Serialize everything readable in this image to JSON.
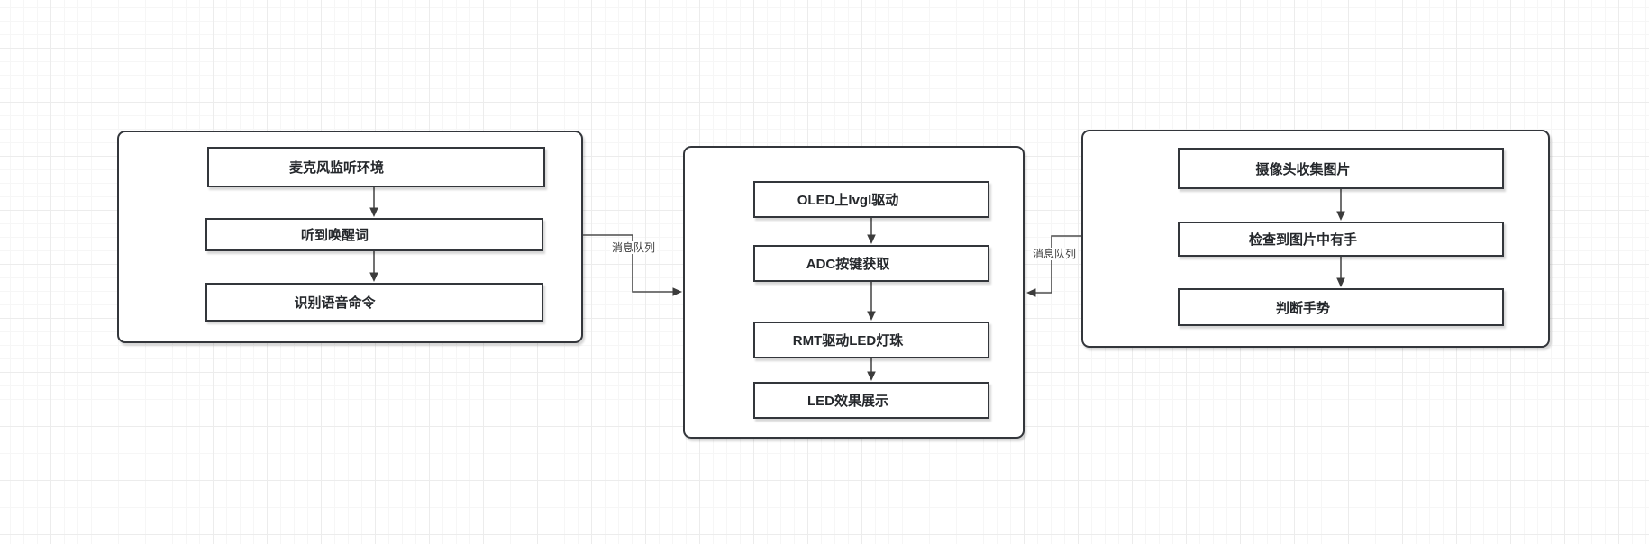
{
  "palette": {
    "canvas_bg": "#ffffff",
    "grid_minor": "#f6f6f6",
    "grid_major": "#ececec",
    "shape_border": "#33363b",
    "shape_fill": "#ffffff",
    "shape_text": "#24272b",
    "edge_color": "#4d4d4d",
    "edge_label_text": "#3b3b3b"
  },
  "diagram": {
    "groups": [
      {
        "name": "voice-task",
        "boxes": [
          "麦克风监听环境",
          "听到唤醒词",
          "识别语音命令"
        ]
      },
      {
        "name": "device-control-task",
        "boxes": [
          "OLED上lvgl驱动",
          "ADC按键获取",
          "RMT驱动LED灯珠",
          "LED效果展示"
        ]
      },
      {
        "name": "vision-task",
        "boxes": [
          "摄像头收集图片",
          "检查到图片中有手",
          "判断手势"
        ]
      }
    ],
    "connectors": [
      {
        "label": "消息队列",
        "from": "voice-task",
        "to": "device-control-task"
      },
      {
        "label": "消息队列",
        "from": "vision-task",
        "to": "device-control-task"
      }
    ]
  }
}
